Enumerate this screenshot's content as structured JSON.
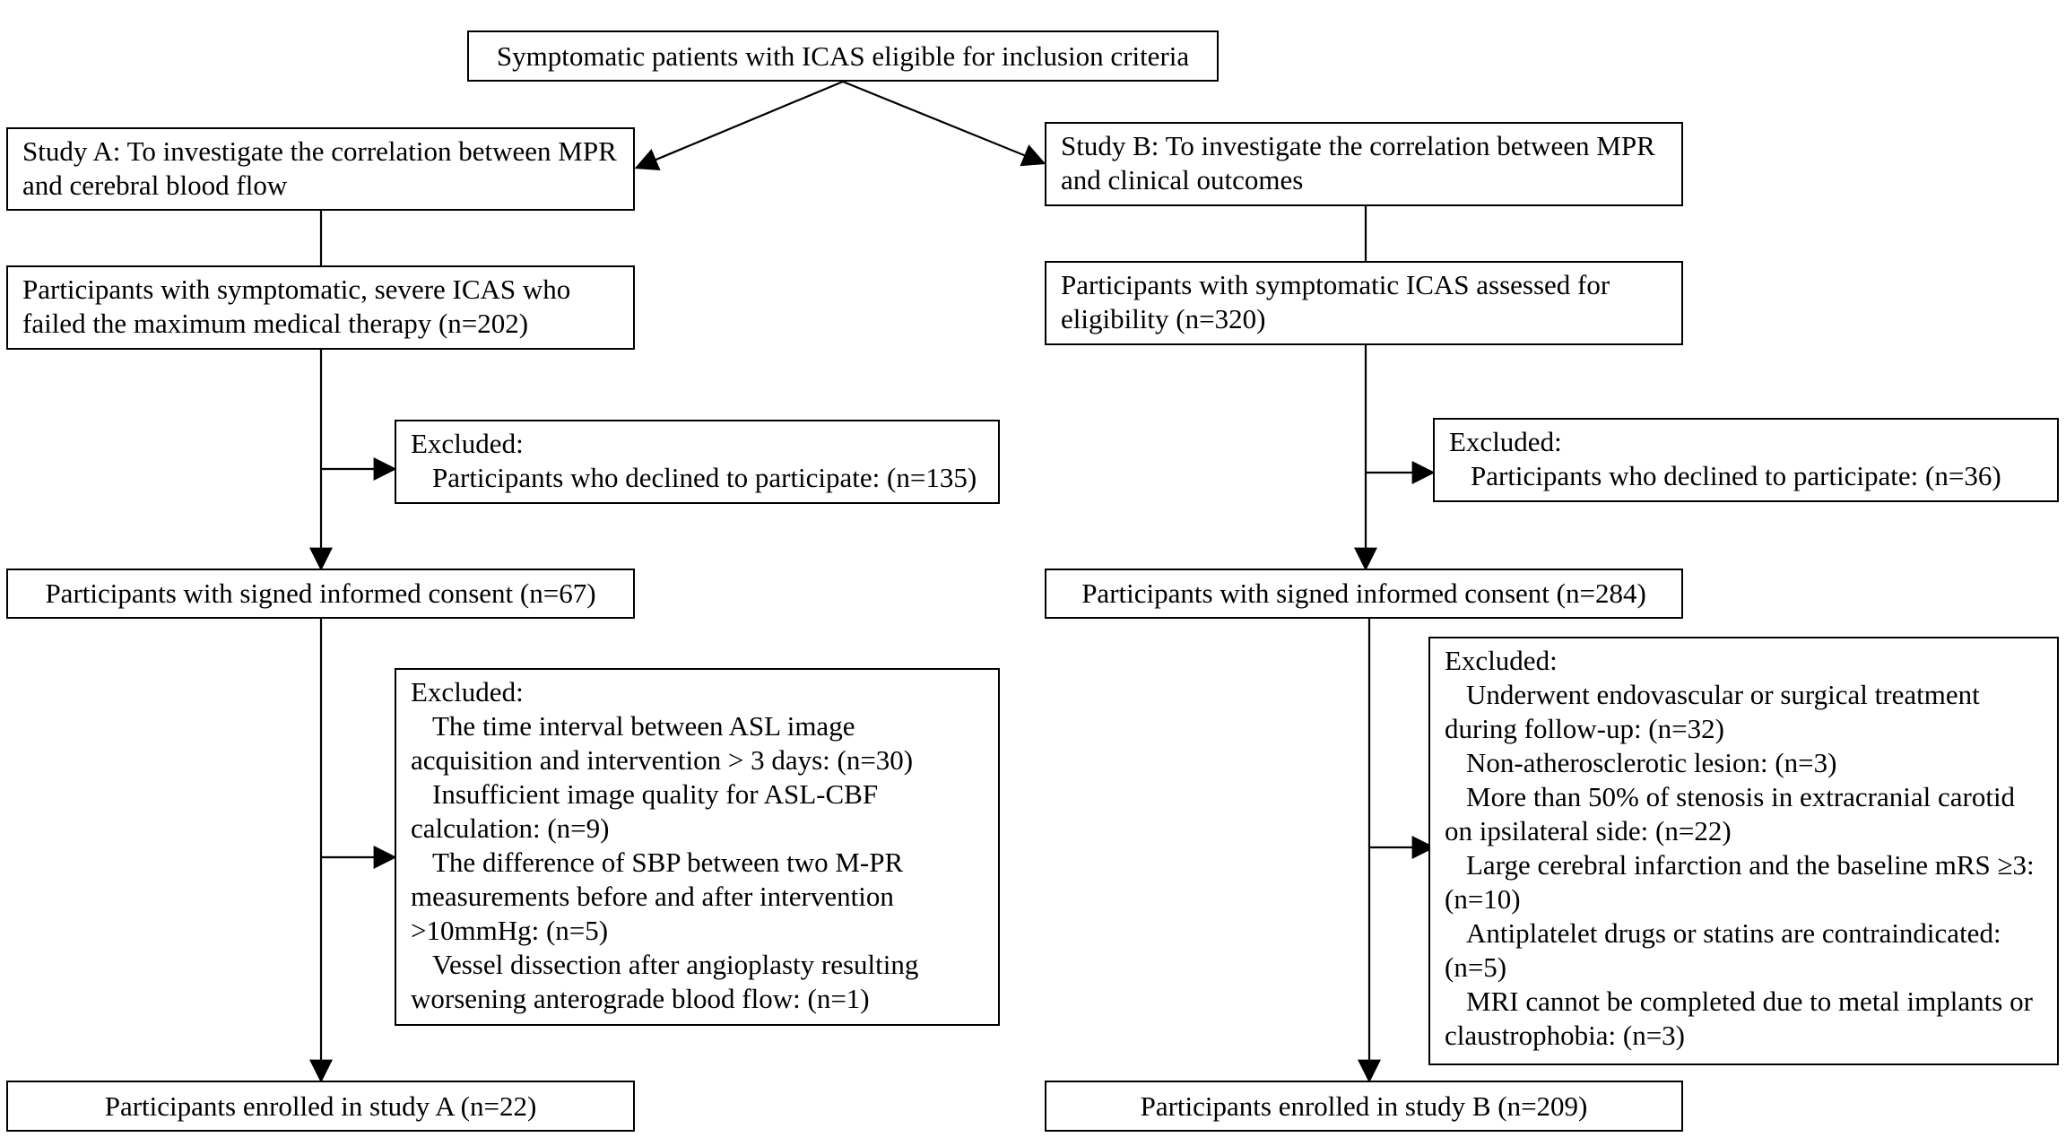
{
  "top": {
    "text": "Symptomatic patients with ICAS eligible for inclusion criteria"
  },
  "study_a": {
    "title": "Study A: To investigate the correlation between MPR and cerebral blood flow",
    "assessed": "Participants with symptomatic, severe ICAS who failed the maximum medical therapy (n=202)",
    "excluded1": {
      "header": "Excluded:",
      "items": [
        "Participants who declined to participate: (n=135)"
      ]
    },
    "consent": "Participants with signed informed consent (n=67)",
    "excluded2": {
      "header": "Excluded:",
      "items": [
        "The time interval between ASL image acquisition and intervention > 3 days: (n=30)",
        "Insufficient image quality for ASL-CBF calculation: (n=9)",
        "The difference of SBP between two M-PR measurements before and after intervention >10mmHg: (n=5)",
        "Vessel dissection after angioplasty resulting worsening anterograde blood flow:  (n=1)"
      ]
    },
    "enrolled": "Participants enrolled in study A (n=22)"
  },
  "study_b": {
    "title": "Study B: To investigate the correlation between MPR and clinical outcomes",
    "assessed": "Participants with symptomatic ICAS assessed for eligibility (n=320)",
    "excluded1": {
      "header": "Excluded:",
      "items": [
        "Participants who declined to participate: (n=36)"
      ]
    },
    "consent": "Participants with signed informed consent (n=284)",
    "excluded2": {
      "header": "Excluded:",
      "items": [
        "Underwent endovascular or surgical treatment during follow-up: (n=32)",
        "Non-atherosclerotic lesion: (n=3)",
        "More than 50% of stenosis in extracranial carotid on ipsilateral side: (n=22)",
        "Large cerebral infarction and the baseline mRS ≥3: (n=10)",
        "Antiplatelet drugs or statins are contraindicated: (n=5)",
        "MRI cannot be completed due to metal implants or claustrophobia: (n=3)"
      ]
    },
    "enrolled": "Participants enrolled in study B (n=209)"
  }
}
